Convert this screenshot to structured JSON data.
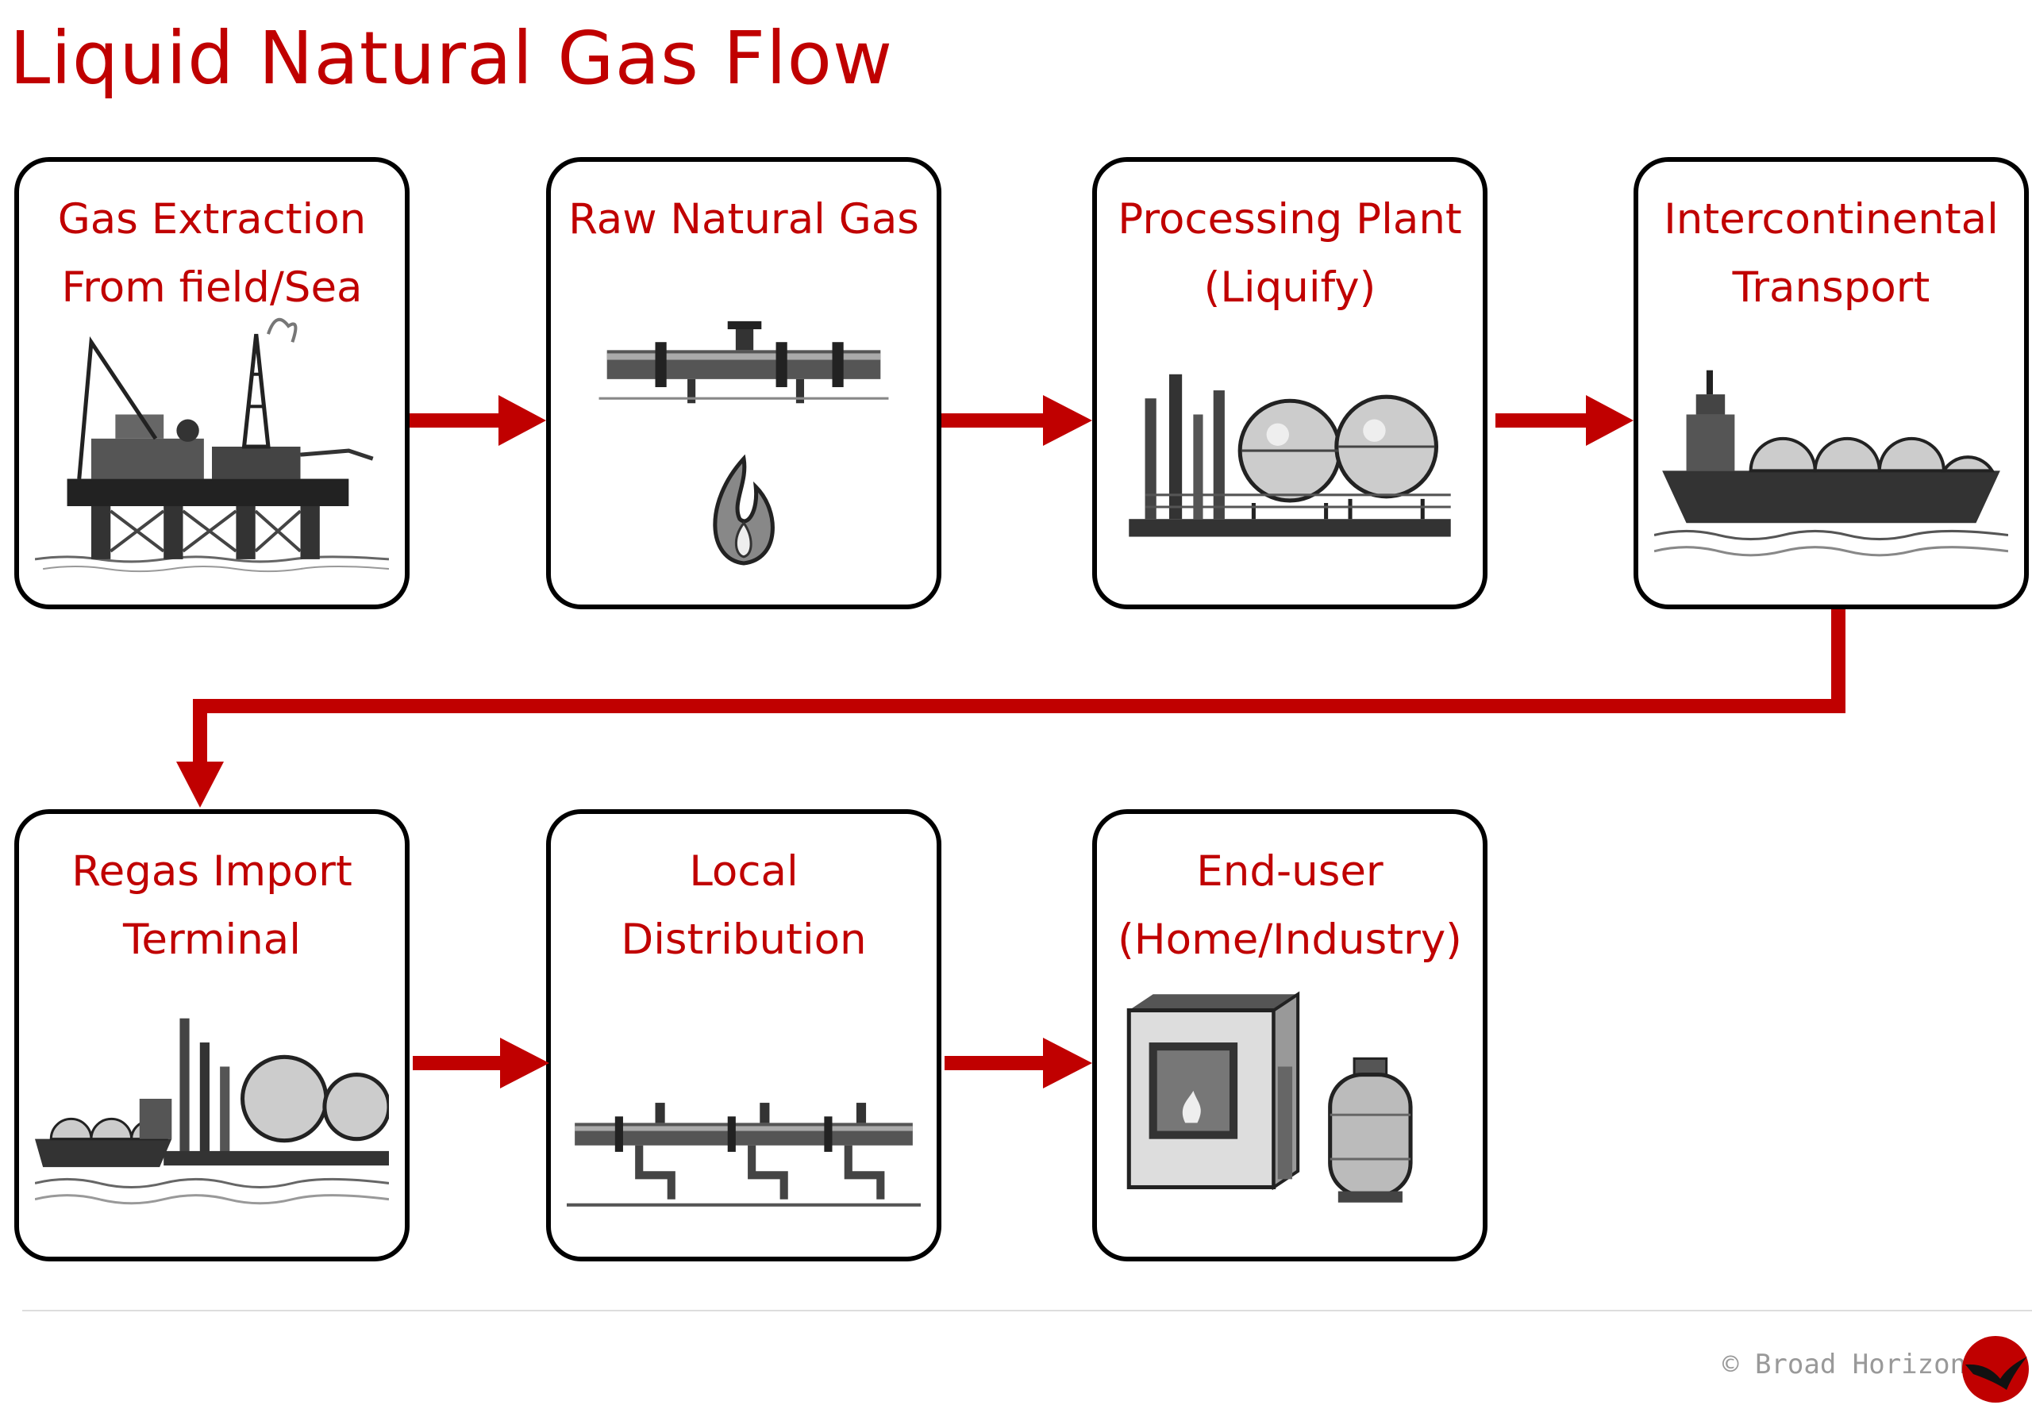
{
  "title": "Liquid Natural Gas Flow",
  "stages": [
    {
      "lines": [
        "Gas Extraction",
        "From field/Sea"
      ],
      "icon": "offshore-platform-icon"
    },
    {
      "lines": [
        "Raw Natural Gas"
      ],
      "icon": "pipeline-and-flame-icon"
    },
    {
      "lines": [
        "Processing Plant",
        "(Liquify)"
      ],
      "icon": "lng-plant-icon"
    },
    {
      "lines": [
        "Intercontinental",
        "Transport"
      ],
      "icon": "lng-tanker-ship-icon"
    },
    {
      "lines": [
        "Regas Import",
        "Terminal"
      ],
      "icon": "import-terminal-icon"
    },
    {
      "lines": [
        "Local",
        "Distribution"
      ],
      "icon": "distribution-pipes-icon"
    },
    {
      "lines": [
        "End-user",
        "(Home/Industry)"
      ],
      "icon": "house-and-gas-cylinder-icon"
    }
  ],
  "footer": {
    "credit": "© Broad Horizon",
    "logo_icon": "broad-horizon-bird-logo-icon"
  },
  "colors": {
    "accent": "#c00000",
    "border": "#000000"
  }
}
